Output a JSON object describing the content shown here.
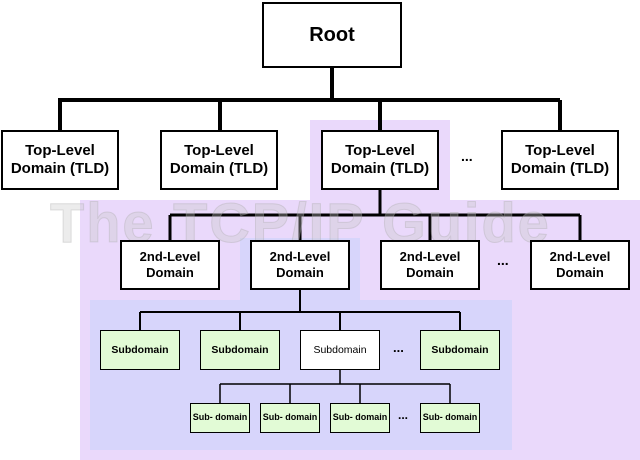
{
  "watermark": "The TCP/IP Guide",
  "root": {
    "label": "Root"
  },
  "tlds": [
    {
      "label": "Top-Level Domain (TLD)"
    },
    {
      "label": "Top-Level Domain (TLD)"
    },
    {
      "label": "Top-Level Domain (TLD)"
    },
    {
      "label": "Top-Level Domain (TLD)"
    }
  ],
  "slds": [
    {
      "label": "2nd-Level Domain"
    },
    {
      "label": "2nd-Level Domain"
    },
    {
      "label": "2nd-Level Domain"
    },
    {
      "label": "2nd-Level Domain"
    }
  ],
  "subdomains": [
    {
      "label": "Subdomain"
    },
    {
      "label": "Subdomain"
    },
    {
      "label": "Subdomain"
    },
    {
      "label": "Subdomain"
    }
  ],
  "subsubdomains": [
    {
      "label": "Sub- domain"
    },
    {
      "label": "Sub- domain"
    },
    {
      "label": "Sub- domain"
    },
    {
      "label": "Sub- domain"
    }
  ],
  "ellipsis": "...",
  "colors": {
    "tld_highlight": "#ead9fb",
    "sld_highlight": "#d7d5fb",
    "subdomain_fill": "#e2fbd6",
    "line": "#000000"
  }
}
